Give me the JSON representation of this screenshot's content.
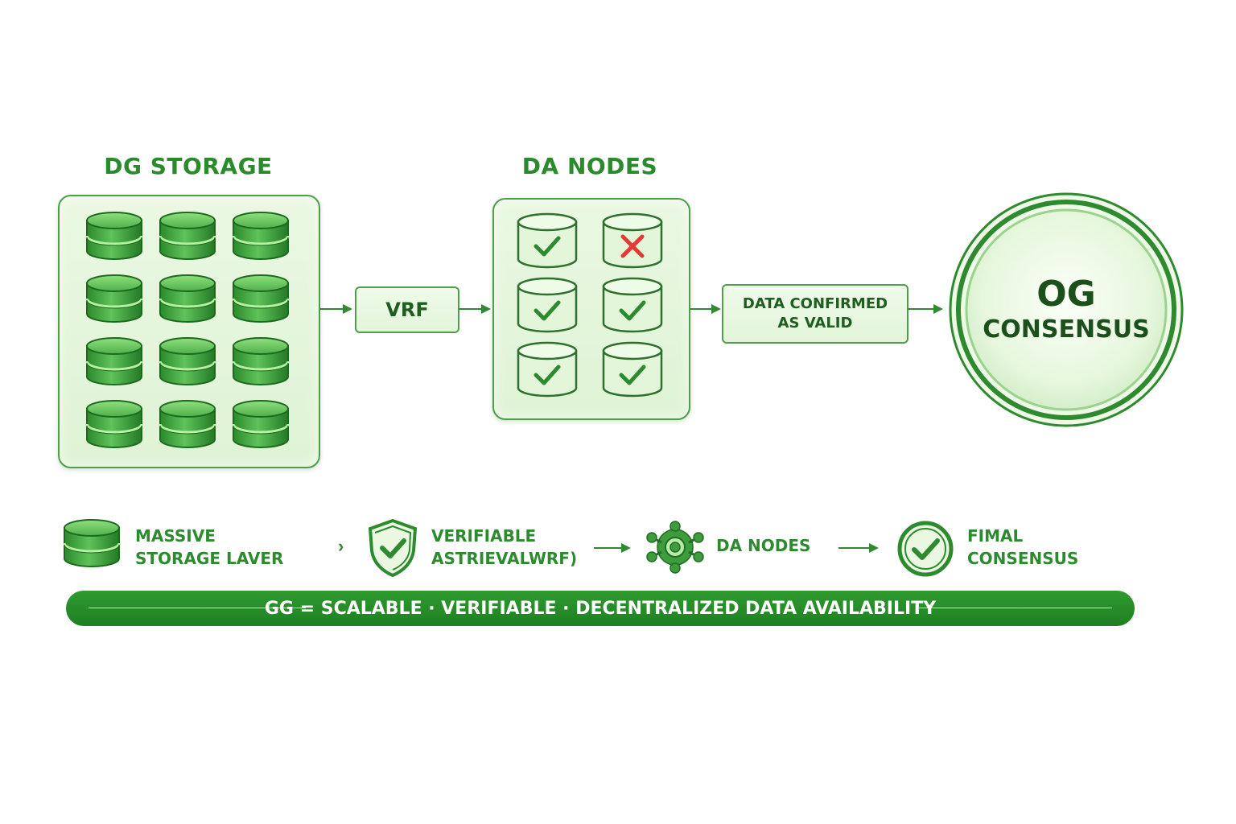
{
  "storage": {
    "title": "DG STORAGE",
    "cylinder_rows": 4,
    "cylinder_cols": 3,
    "cylinder_icon": "database-cylinder-icon"
  },
  "vrf": {
    "label": "VRF"
  },
  "da_nodes": {
    "title": "DA NODES",
    "nodes": [
      "valid",
      "invalid",
      "valid",
      "valid",
      "valid",
      "valid"
    ]
  },
  "confirmed": {
    "line1": "DATA CONFIRMED",
    "line2": "AS VALID"
  },
  "consensus": {
    "line1": "OG",
    "line2": "CONSENSUS"
  },
  "legend": [
    {
      "icon": "database-cylinder-icon",
      "line1": "MASSIVE",
      "line2": "STORAGE LAVER"
    },
    {
      "icon": "shield-check-icon",
      "line1": "VERIFIABLE",
      "line2": "ASTRIEVALWRF)"
    },
    {
      "icon": "gear-nodes-icon",
      "line1": "DA NODES",
      "line2": ""
    },
    {
      "icon": "check-circle-icon",
      "line1": "FIMAL",
      "line2": "CONSENSUS"
    }
  ],
  "banner": {
    "text": "GG = SCALABLE · VERIFIABLE · DECENTRALIZED DATA AVAILABILITY"
  },
  "colors": {
    "primary_green": "#2a8a2c",
    "dark_green": "#1e5e1f",
    "panel_fill": "#e2f5d9",
    "cross_red": "#e53935"
  }
}
